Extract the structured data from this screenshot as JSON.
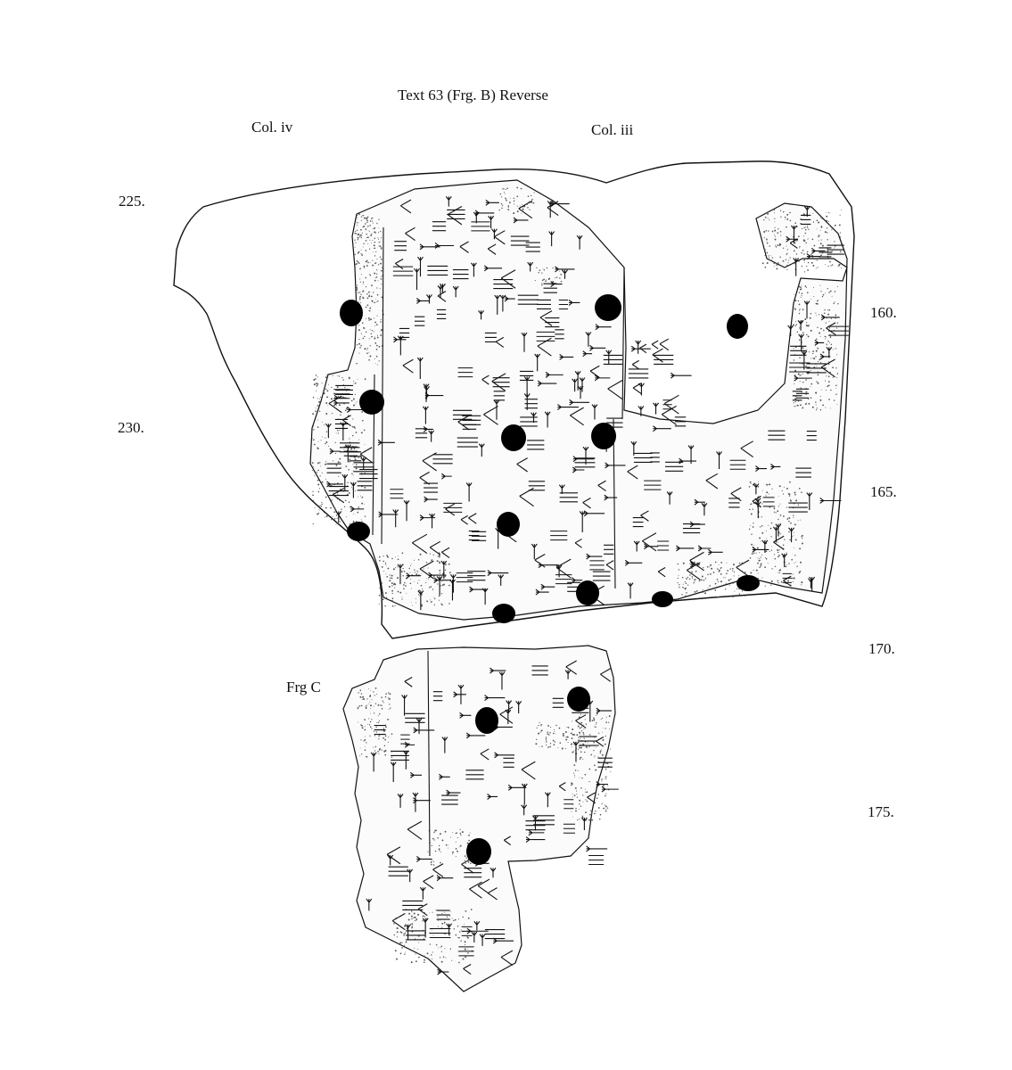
{
  "figure": {
    "title": "Text 63 (Frg. B) Reverse",
    "column_left": "Col. iv",
    "column_right": "Col. iii",
    "fragment_label": "Frg C"
  },
  "line_numbers_left": [
    "225.",
    "230."
  ],
  "line_numbers_right": [
    "160.",
    "165.",
    "170.",
    "175."
  ]
}
